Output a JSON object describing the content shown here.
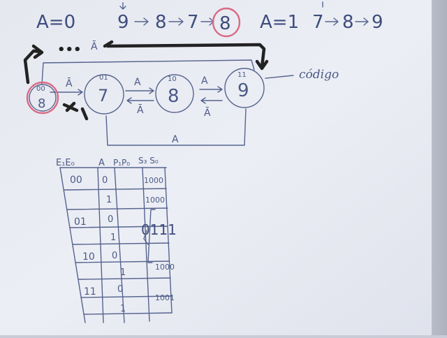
{
  "header": {
    "a0_label": "A=0",
    "seq0": [
      "9",
      "8",
      "7"
    ],
    "seq0_last": "8",
    "a1_label": "A=1",
    "seq1": [
      "7",
      "8",
      "9"
    ]
  },
  "states": [
    {
      "name": "8",
      "code": "00"
    },
    {
      "name": "7",
      "code": "01"
    },
    {
      "name": "8",
      "code": "10"
    },
    {
      "name": "9",
      "code": "11"
    }
  ],
  "transitions": {
    "not_a_top": "Ā",
    "ellipsis": "•••",
    "s8_to_7": "Ā",
    "s7_to_8": "A",
    "s8_to_7_back": "Ā",
    "s8_to_9": "A",
    "s9_to_8": "Ā",
    "bottom": "A",
    "codigo": "código"
  },
  "table": {
    "headers": [
      "E₁E₀",
      "A",
      "P₁P₀",
      "S₃ S₀"
    ],
    "rows": [
      {
        "e": "00",
        "a": "0",
        "s": "1000"
      },
      {
        "e": "",
        "a": "1",
        "s": "1000"
      },
      {
        "e": "01",
        "a": "0",
        "s": "0111"
      },
      {
        "e": "",
        "a": "1",
        "s": ""
      },
      {
        "e": "10",
        "a": "0",
        "s": ""
      },
      {
        "e": "",
        "a": "1",
        "s": "1000"
      },
      {
        "e": "11",
        "a": "0",
        "s": "1001"
      },
      {
        "e": "",
        "a": "1",
        "s": ""
      }
    ]
  }
}
